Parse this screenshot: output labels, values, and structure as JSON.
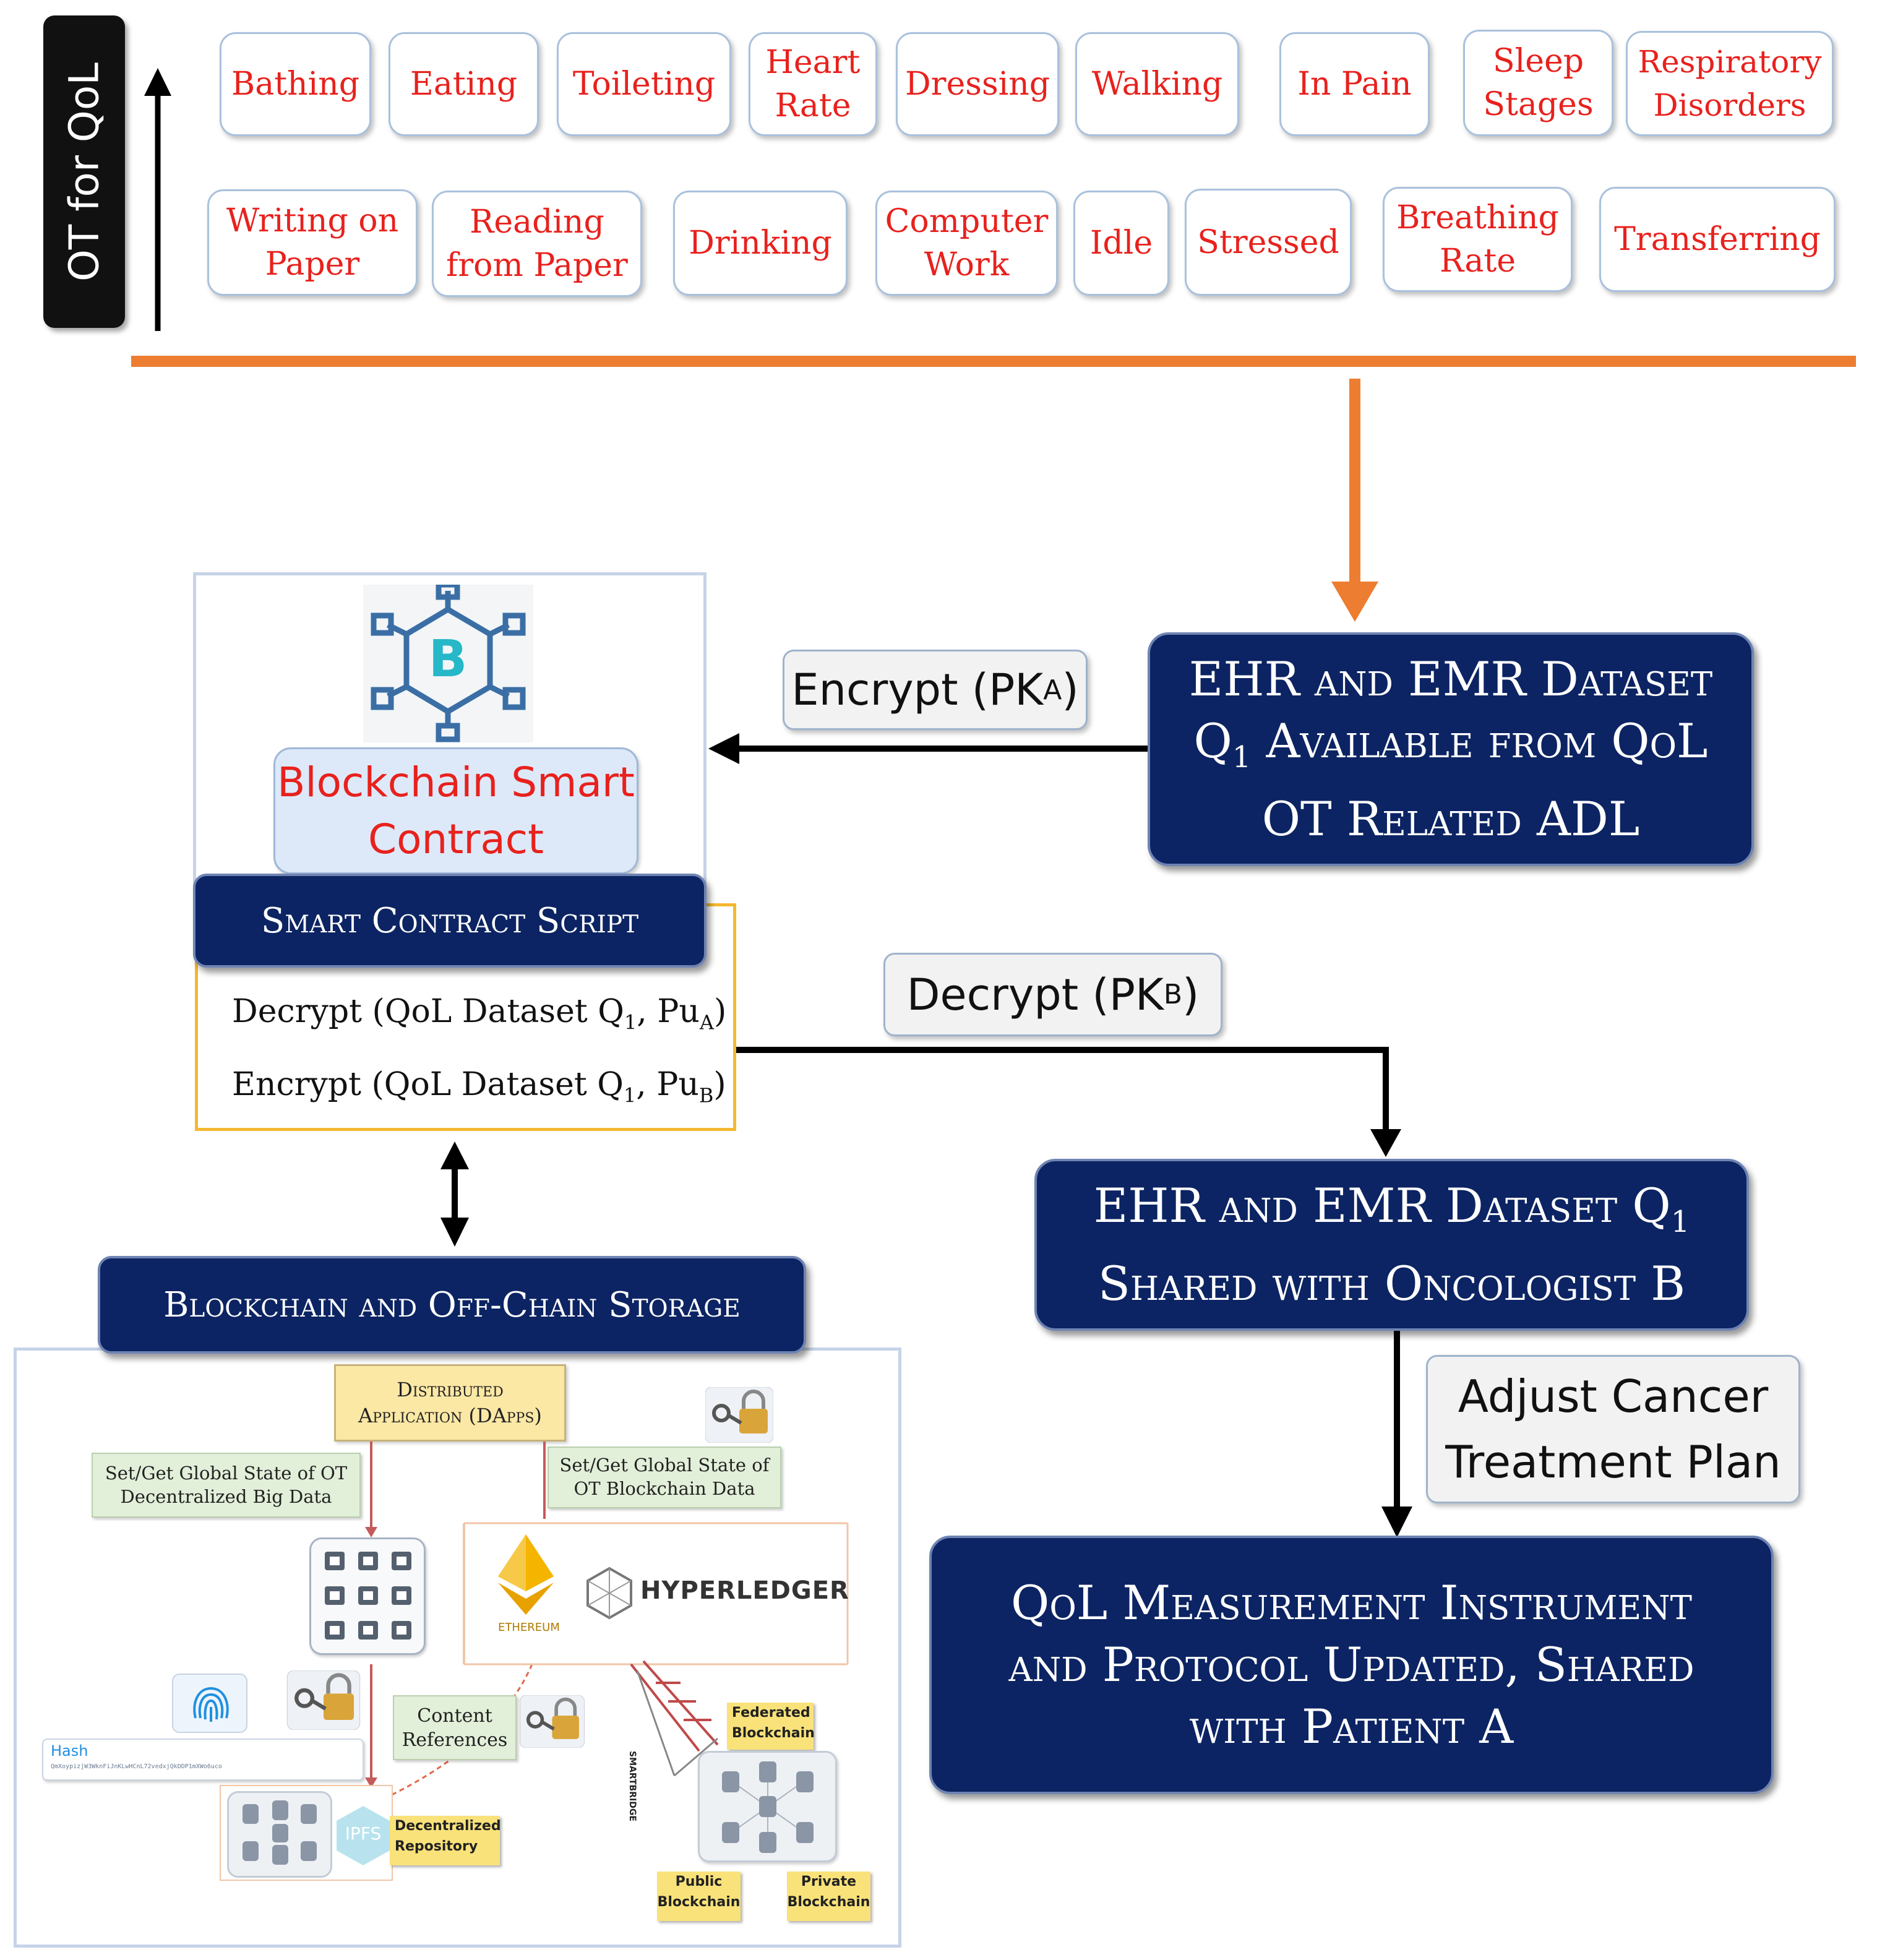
{
  "qol_axis": {
    "label": "OT for QoL"
  },
  "adl_row1": [
    {
      "id": "bathing",
      "label": "Bathing"
    },
    {
      "id": "eating",
      "label": "Eating"
    },
    {
      "id": "toileting",
      "label": "Toileting"
    },
    {
      "id": "heart-rate",
      "label": "Heart\nRate"
    },
    {
      "id": "dressing",
      "label": "Dressing"
    },
    {
      "id": "walking",
      "label": "Walking"
    },
    {
      "id": "in-pain",
      "label": "In Pain"
    },
    {
      "id": "sleep-stages",
      "label": "Sleep\nStages"
    },
    {
      "id": "respiratory-disorders",
      "label": "Respiratory\nDisorders"
    }
  ],
  "adl_row2": [
    {
      "id": "writing-on-paper",
      "label": "Writing on\nPaper"
    },
    {
      "id": "reading-from-paper",
      "label": "Reading\nfrom Paper"
    },
    {
      "id": "drinking",
      "label": "Drinking"
    },
    {
      "id": "computer-work",
      "label": "Computer\nWork"
    },
    {
      "id": "idle",
      "label": "Idle"
    },
    {
      "id": "stressed",
      "label": "Stressed"
    },
    {
      "id": "breathing-rate",
      "label": "Breathing\nRate"
    },
    {
      "id": "transferring",
      "label": "Transferring"
    }
  ],
  "ehr_available": {
    "line1": "EHR and EMR Dataset",
    "line2_q": "Q",
    "line2_sub": "1",
    "line2_rest": " Available from QoL",
    "line3": "OT Related ADL"
  },
  "encrypt_label": {
    "text": "Encrypt (PK",
    "sub": "A",
    "close": ")"
  },
  "smart_contract": {
    "title_line1": "Blockchain Smart",
    "title_line2": "Contract",
    "script_header": "Smart Contract  Script",
    "decrypt_prefix": "Decrypt (QoL Dataset Q",
    "decrypt_sub1": "1",
    "decrypt_mid": ", Pu",
    "decrypt_sub2": "A",
    "decrypt_close": ")",
    "encrypt_prefix": "Encrypt (QoL Dataset Q",
    "encrypt_sub1": "1",
    "encrypt_mid": ", Pu",
    "encrypt_sub2": "B",
    "encrypt_close": ")"
  },
  "decrypt_label": {
    "text": "Decrypt (PK",
    "sub": "B",
    "close": ")"
  },
  "ehr_shared": {
    "line1_a": "EHR and EMR Dataset Q",
    "line1_sub": "1",
    "line2": "Shared with Oncologist B"
  },
  "adjust_plan": {
    "line1": "Adjust Cancer",
    "line2": "Treatment Plan"
  },
  "qol_updated": {
    "line1": "QoL Measurement Instrument",
    "line2": "and Protocol Updated, Shared",
    "line3": "with Patient A"
  },
  "storage": {
    "header": "Blockchain and Off-Chain Storage",
    "dapps_line1": "Distributed",
    "dapps_line2": "Application (DApps)",
    "left_state_line1": "Set/Get Global State of OT",
    "left_state_line2": "Decentralized Big Data",
    "right_state_line1": "Set/Get Global State of",
    "right_state_line2": "OT Blockchain Data",
    "ethereum": "ETHEREUM",
    "hyperledger": "HYPERLEDGER",
    "hash_label": "Hash",
    "hash_value": "QmXoypizjW3WknFiJnKLwHCnL72vedxjQkDDP1mXWo6uco",
    "content_refs_line1": "Content",
    "content_refs_line2": "References",
    "ipfs": "IPFS",
    "decentralized_repo_line1": "Decentralized",
    "decentralized_repo_line2": "Repository",
    "smartbridge": "SMARTBRIDGE",
    "federated_line1": "Federated",
    "federated_line2": "Blockchain",
    "public_line1": "Public",
    "public_line2": "Blockchain",
    "private_line1": "Private",
    "private_line2": "Blockchain"
  },
  "colors": {
    "navy": "#0c2463",
    "orange": "#ed7d31",
    "adl_text": "#e8211d",
    "gold_border": "#f5b830"
  }
}
